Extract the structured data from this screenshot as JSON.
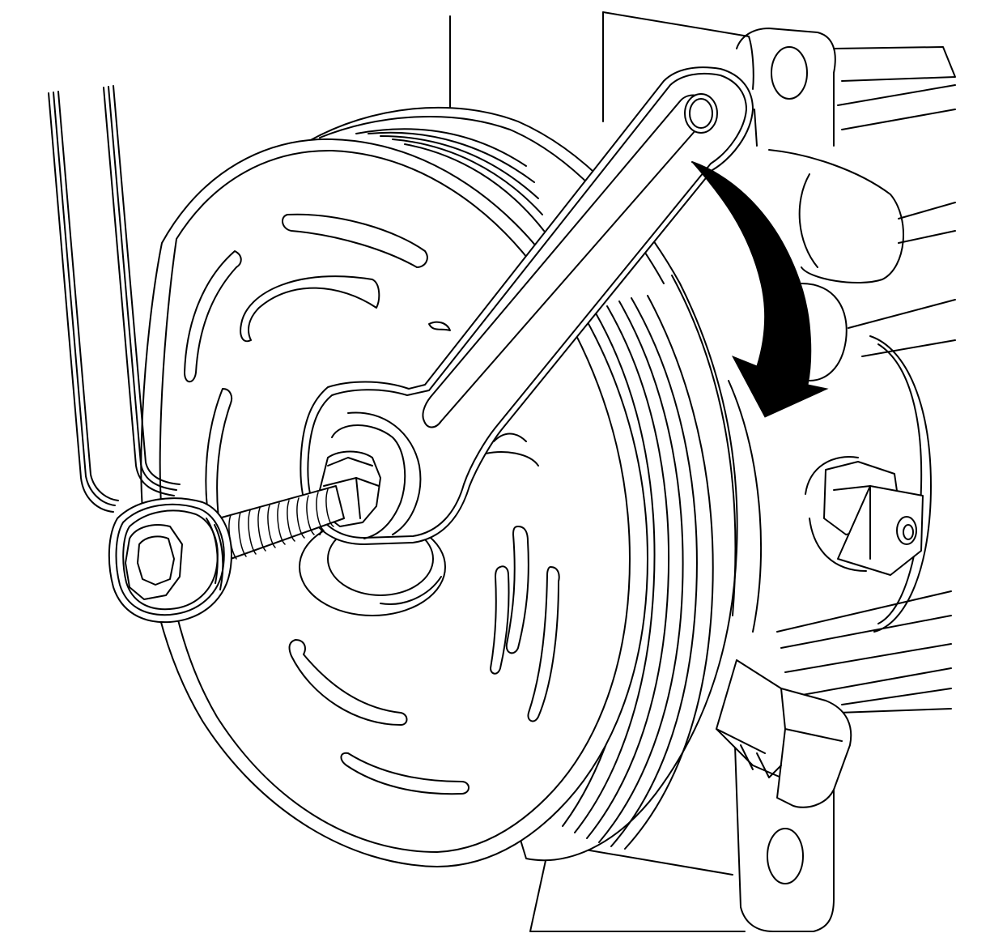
{
  "figure": {
    "background_color": "#ffffff",
    "line_color": "#000000",
    "arrow_color": "#000000",
    "arrow_direction": "clockwise",
    "parts": [
      "compressor-housing",
      "mounting-brackets",
      "drive-pulley",
      "clutch-plate",
      "holding-wrench",
      "remover-tool",
      "forcing-screw",
      "electrical-connector",
      "rotation-arrow"
    ]
  }
}
